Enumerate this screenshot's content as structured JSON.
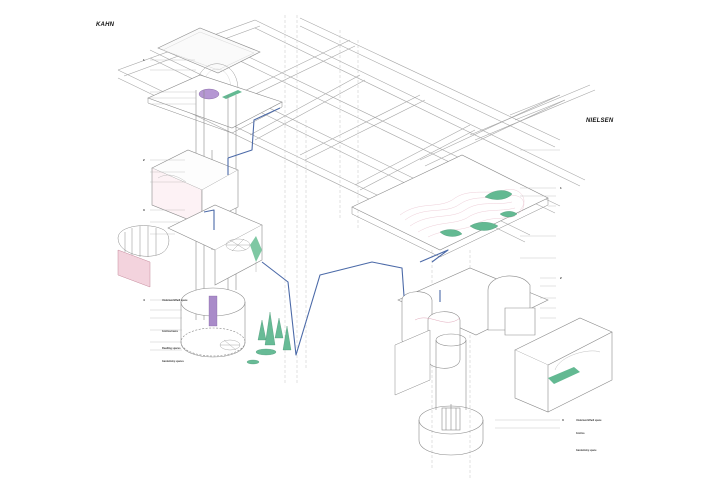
{
  "headings": {
    "left_project": "KAHN",
    "right_project": "NIELSEN"
  },
  "colors": {
    "line": "#9a9a9a",
    "dashed": "#b9b9b9",
    "path": "#4c6aa8",
    "green": "#5db58f",
    "pink": "#eab8c6",
    "purple": "#a98bc9",
    "slab_fill": "#ffffff"
  },
  "legend_left": {
    "groups": [
      {
        "heading": "Underworld/hell space",
        "items": [
          "",
          "",
          "",
          "",
          "",
          "",
          "",
          "",
          ""
        ]
      },
      {
        "heading": "Grottos/caves",
        "items": [
          "",
          "",
          "",
          ""
        ]
      },
      {
        "heading": "Dwelling spaces",
        "items": [
          "",
          "",
          ""
        ]
      },
      {
        "heading": "Garden/sky spaces",
        "items": [
          "",
          "",
          "",
          "",
          ""
        ]
      }
    ]
  },
  "legend_right": {
    "groups": [
      {
        "heading": "Underworld/hell space",
        "items": [
          "",
          "",
          ""
        ]
      },
      {
        "heading": "Grottos",
        "items": [
          "",
          "",
          "",
          ""
        ]
      },
      {
        "heading": "Garden/sky space",
        "items": [
          "",
          "",
          "",
          ""
        ]
      }
    ]
  }
}
